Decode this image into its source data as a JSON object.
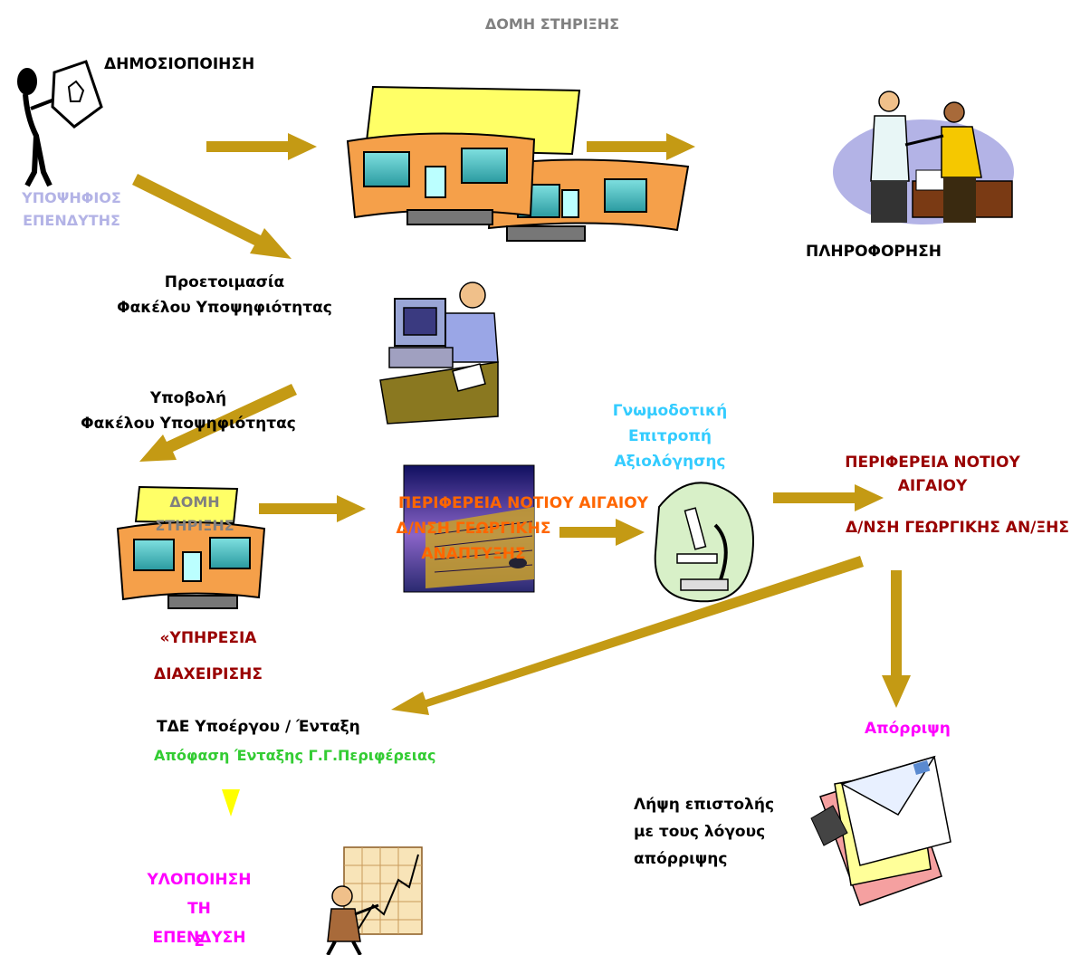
{
  "title": "ΔΟΜΗ     ΣΤΗΡΙΞΗΣ",
  "labels": {
    "publicity": "ΔΗΜΟΣΙΟΠΟΙΗΣΗ",
    "investor_line1": "ΥΠΟΨΗΦΙΟΣ",
    "investor_line2": "ΕΠΕΝΔΥΤΗΣ",
    "information": "ΠΛΗΡΟΦΟΡΗΣΗ",
    "prepare_line1": "Προετοιμασία",
    "prepare_line2": "Φακέλου Υποψηφιότητας",
    "submit_line1": "Υποβολή",
    "submit_line2": "Φακέλου Υποψηφιότητας",
    "support_box_line1": "ΔΟΜΗ",
    "support_box_line2": "ΣΤΗΡΙΞΗΣ",
    "mgmt_line1": "«ΥΠΗΡΕΣΙΑ",
    "mgmt_line2": "ΔΙΑΧΕΙΡΙΣΗΣ",
    "region_center_line1": "ΠΕΡΙΦΕΡΕΙΑ ΝΟΤΙΟΥ ΑΙΓΑΙΟΥ",
    "region_center_line2": "Δ/ΝΣΗ ΓΕΩΡΓΙΚΗΣ",
    "region_center_line3": "ΑΝΑΠΤΥΞΗΣ",
    "committee_line1": "Γνωμοδοτική",
    "committee_line2": "Επιτροπή",
    "committee_line3": "Αξιολόγησης",
    "region_right_line1": "ΠΕΡΙΦΕΡΕΙΑ ΝΟΤΙΟΥ",
    "region_right_line2": "ΑΙΓΑΙΟΥ",
    "region_right_line3": "Δ/ΝΣΗ ΓΕΩΡΓΙΚΗΣ ΑΝ/ΞΗΣ",
    "tde": "ΤΔΕ Υποέργου / Ένταξη",
    "decision": "Απόφαση  Ένταξης  Γ.Γ.Περιφέρειας",
    "rejection": "Απόρριψη",
    "letter_line1": "Λήψη επιστολής",
    "letter_line2": "με τους λόγους",
    "letter_line3": "απόρριψης",
    "implement_line1": "ΥΛΟΠΟΙΗΣΗ",
    "implement_line2": "ΤΗ",
    "implement_line3": "ΕΠΕΝΔΥΣΗ",
    "implement_line4": "Σ"
  },
  "colors": {
    "arrow": "#c49a14",
    "dark_red": "#990000",
    "magenta": "#ff00ff",
    "cyan": "#33ccff",
    "green": "#33cc33",
    "orange": "#ff6600",
    "lavender": "#b3b3e6",
    "grey": "#808080"
  }
}
